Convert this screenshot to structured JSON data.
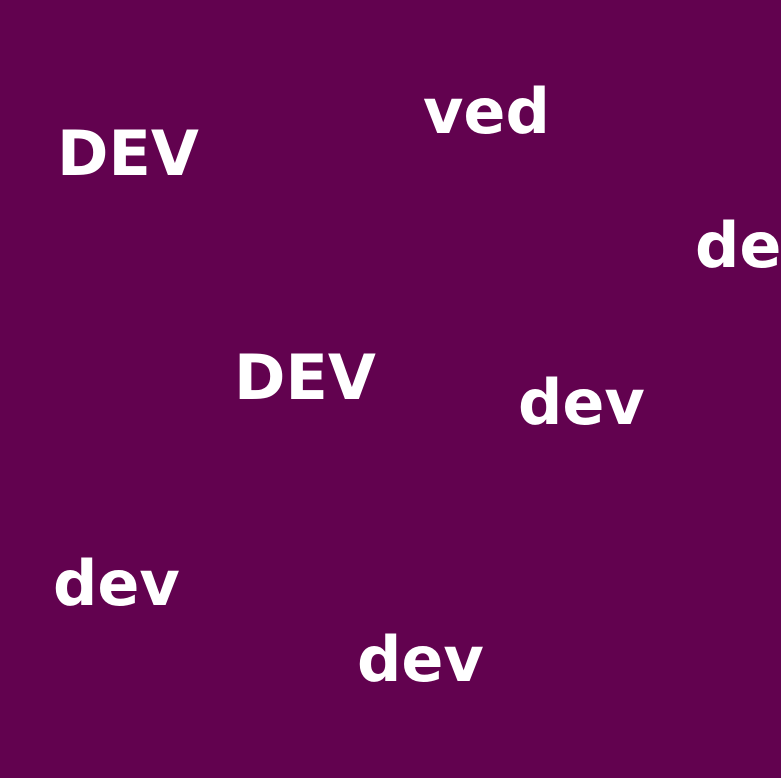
{
  "background_color": "#62024f",
  "text_color": "#ffffff",
  "words": [
    "DEV",
    "ved",
    "de",
    "DEV",
    "dev",
    "dev",
    "dev"
  ]
}
